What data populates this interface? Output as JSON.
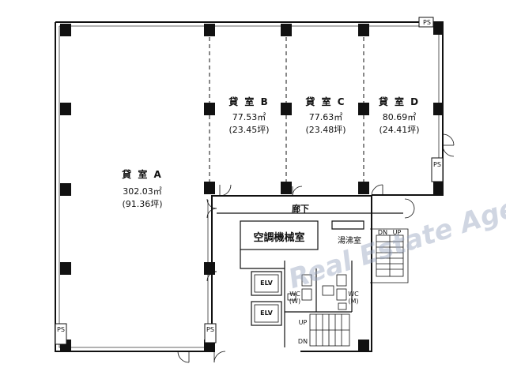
{
  "rooms": [
    {
      "name": "貸 室 A",
      "area": "302.03㎡",
      "tsubo": "(91.36坪)"
    },
    {
      "name": "貸 室 B",
      "area": "77.53㎡",
      "tsubo": "(23.45坪)"
    },
    {
      "name": "貸 室 C",
      "area": "77.63㎡",
      "tsubo": "(23.48坪)"
    },
    {
      "name": "貸 室 D",
      "area": "80.69㎡",
      "tsubo": "(24.41坪)"
    }
  ],
  "corridor": "廊下",
  "mech_room": "空調機械室",
  "utility_room": "湯沸室",
  "elevators": [
    "ELV",
    "ELV"
  ],
  "wc_men": "WC (M)",
  "wc_women": "WC (W)",
  "ps": "PS",
  "stair_dn": "DN",
  "stair_up": "UP",
  "watermark": "Real Estate Agent",
  "icons": [
    "elevator-icon",
    "stair-icon",
    "toilet-icon",
    "door-swing-icon"
  ]
}
